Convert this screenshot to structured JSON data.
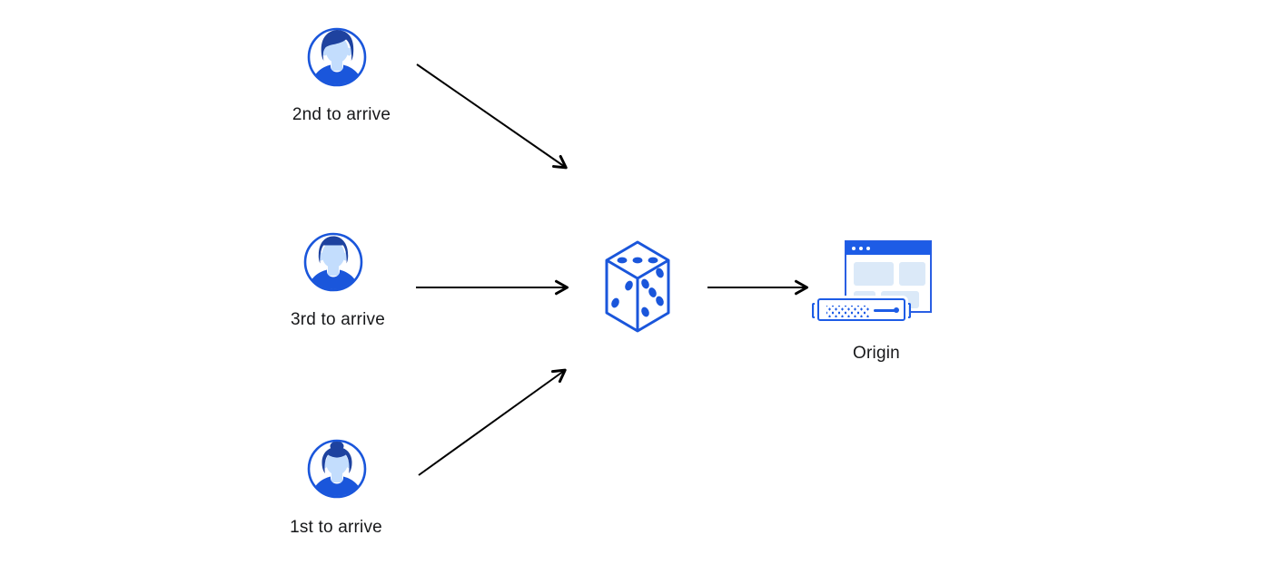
{
  "diagram": {
    "title_hint": "request-coalescing-random-order",
    "background": "#ffffff",
    "nodes": {
      "user_second": {
        "label": "2nd to arrive",
        "icon": "male-avatar-swept-hair-icon"
      },
      "user_third": {
        "label": "3rd to arrive",
        "icon": "male-avatar-short-hair-icon"
      },
      "user_first": {
        "label": "1st to arrive",
        "icon": "female-avatar-bun-icon"
      },
      "randomizer": {
        "icon": "dice-icon",
        "die_pips": {
          "top_face": 3,
          "left_face": 2,
          "right_face": 5
        }
      },
      "origin": {
        "label": "Origin",
        "icon": "browser-window-and-server-icon"
      }
    },
    "edges": [
      {
        "from": "user_second",
        "to": "randomizer",
        "style": "black-open-arrowhead"
      },
      {
        "from": "user_third",
        "to": "randomizer",
        "style": "black-open-arrowhead"
      },
      {
        "from": "user_first",
        "to": "randomizer",
        "style": "black-open-arrowhead"
      },
      {
        "from": "randomizer",
        "to": "origin",
        "style": "black-open-arrowhead"
      }
    ],
    "colors": {
      "outline_blue": "#1a56db",
      "hair_navy": "#1e429f",
      "skin_light_blue": "#c3ddfd",
      "panel_light_blue": "#dbe9f8",
      "titlebar_blue": "#1d5ce6",
      "arrow_black": "#000000",
      "label_text": "#17181a"
    }
  }
}
